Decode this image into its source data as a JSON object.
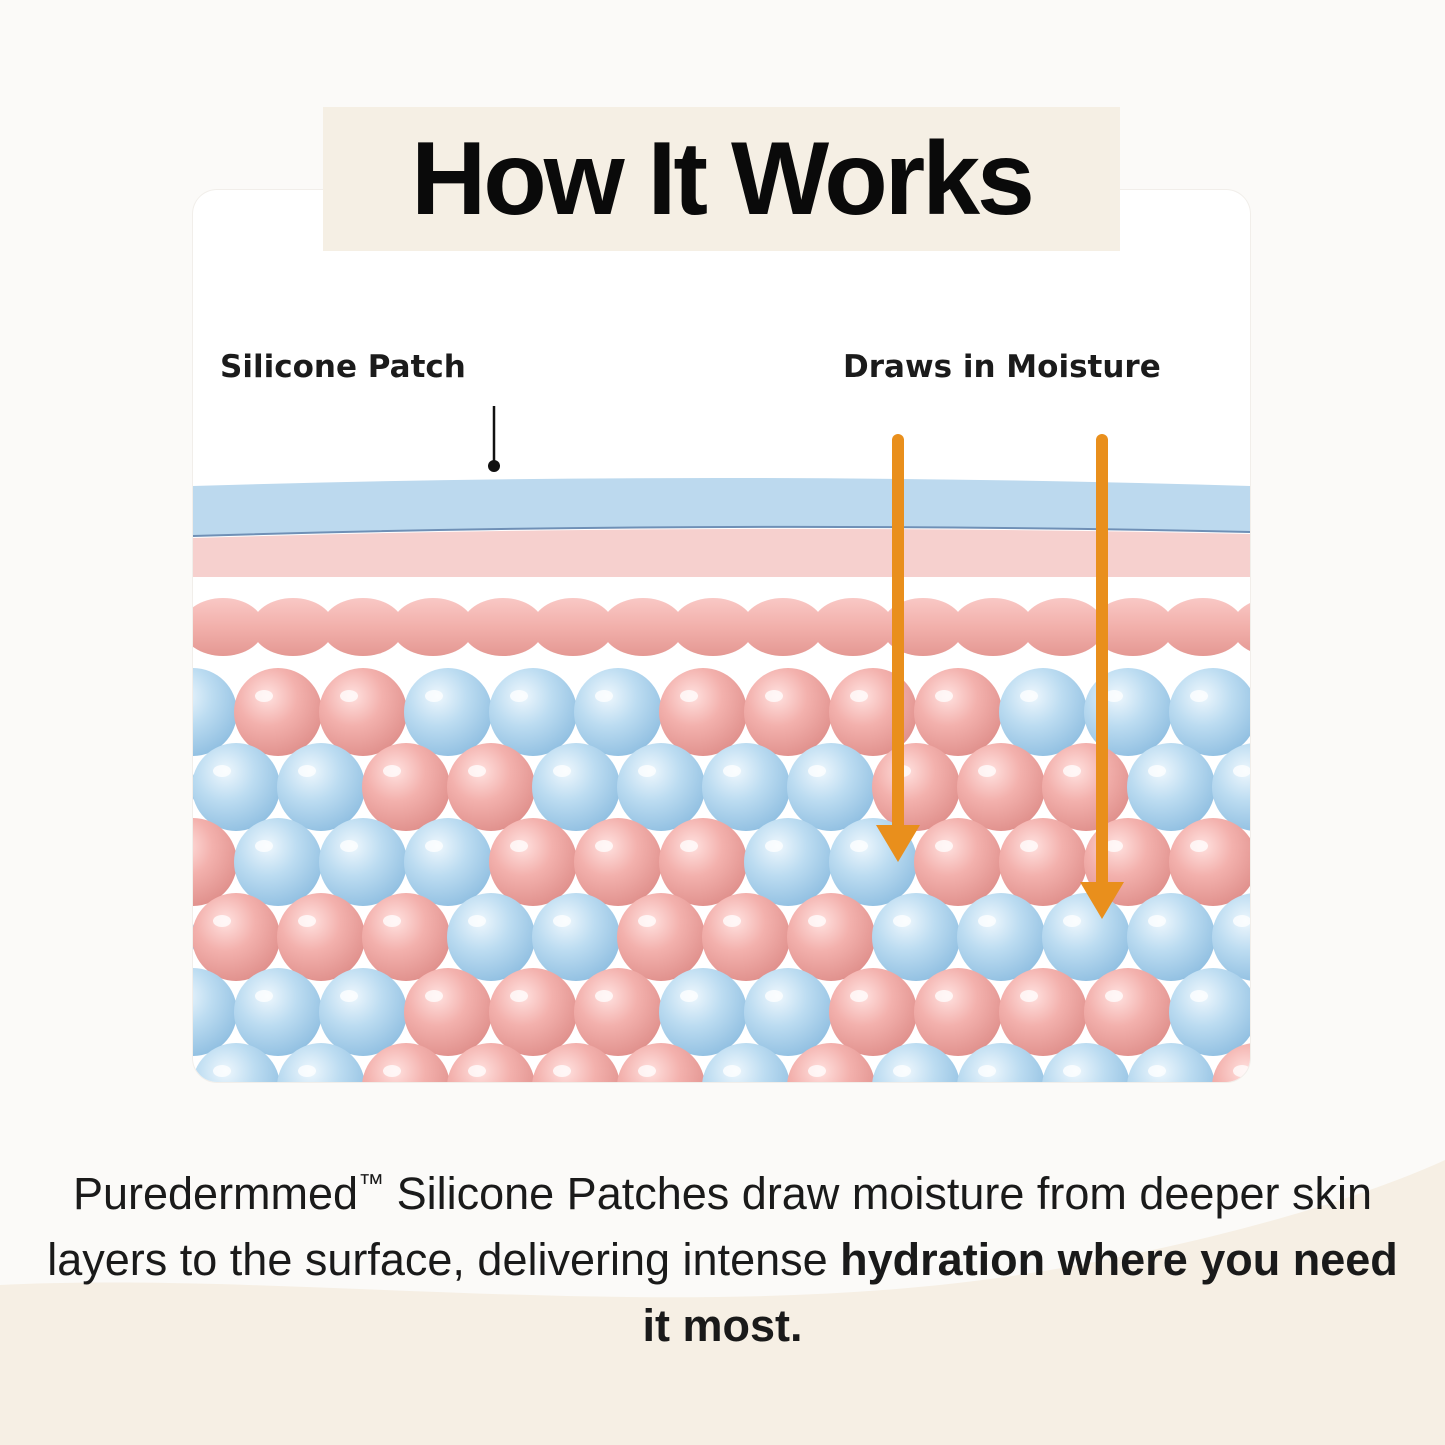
{
  "title": "How It Works",
  "diagram": {
    "labels": {
      "patch": "Silicone Patch",
      "moisture": "Draws in Moisture"
    },
    "colors": {
      "patch": "#b9d8ec",
      "epidermis": "#f5cfcd",
      "pink_cell": "#ee9f9c",
      "blue_cell": "#a8cfea",
      "arrow": "#e98f1c"
    }
  },
  "description": {
    "brand": "Puredermmed",
    "trademark": "™",
    "text_regular": " Silicone Patches draw moisture from deeper skin layers to the surface, delivering intense ",
    "text_bold": "hydration where you need it most."
  }
}
